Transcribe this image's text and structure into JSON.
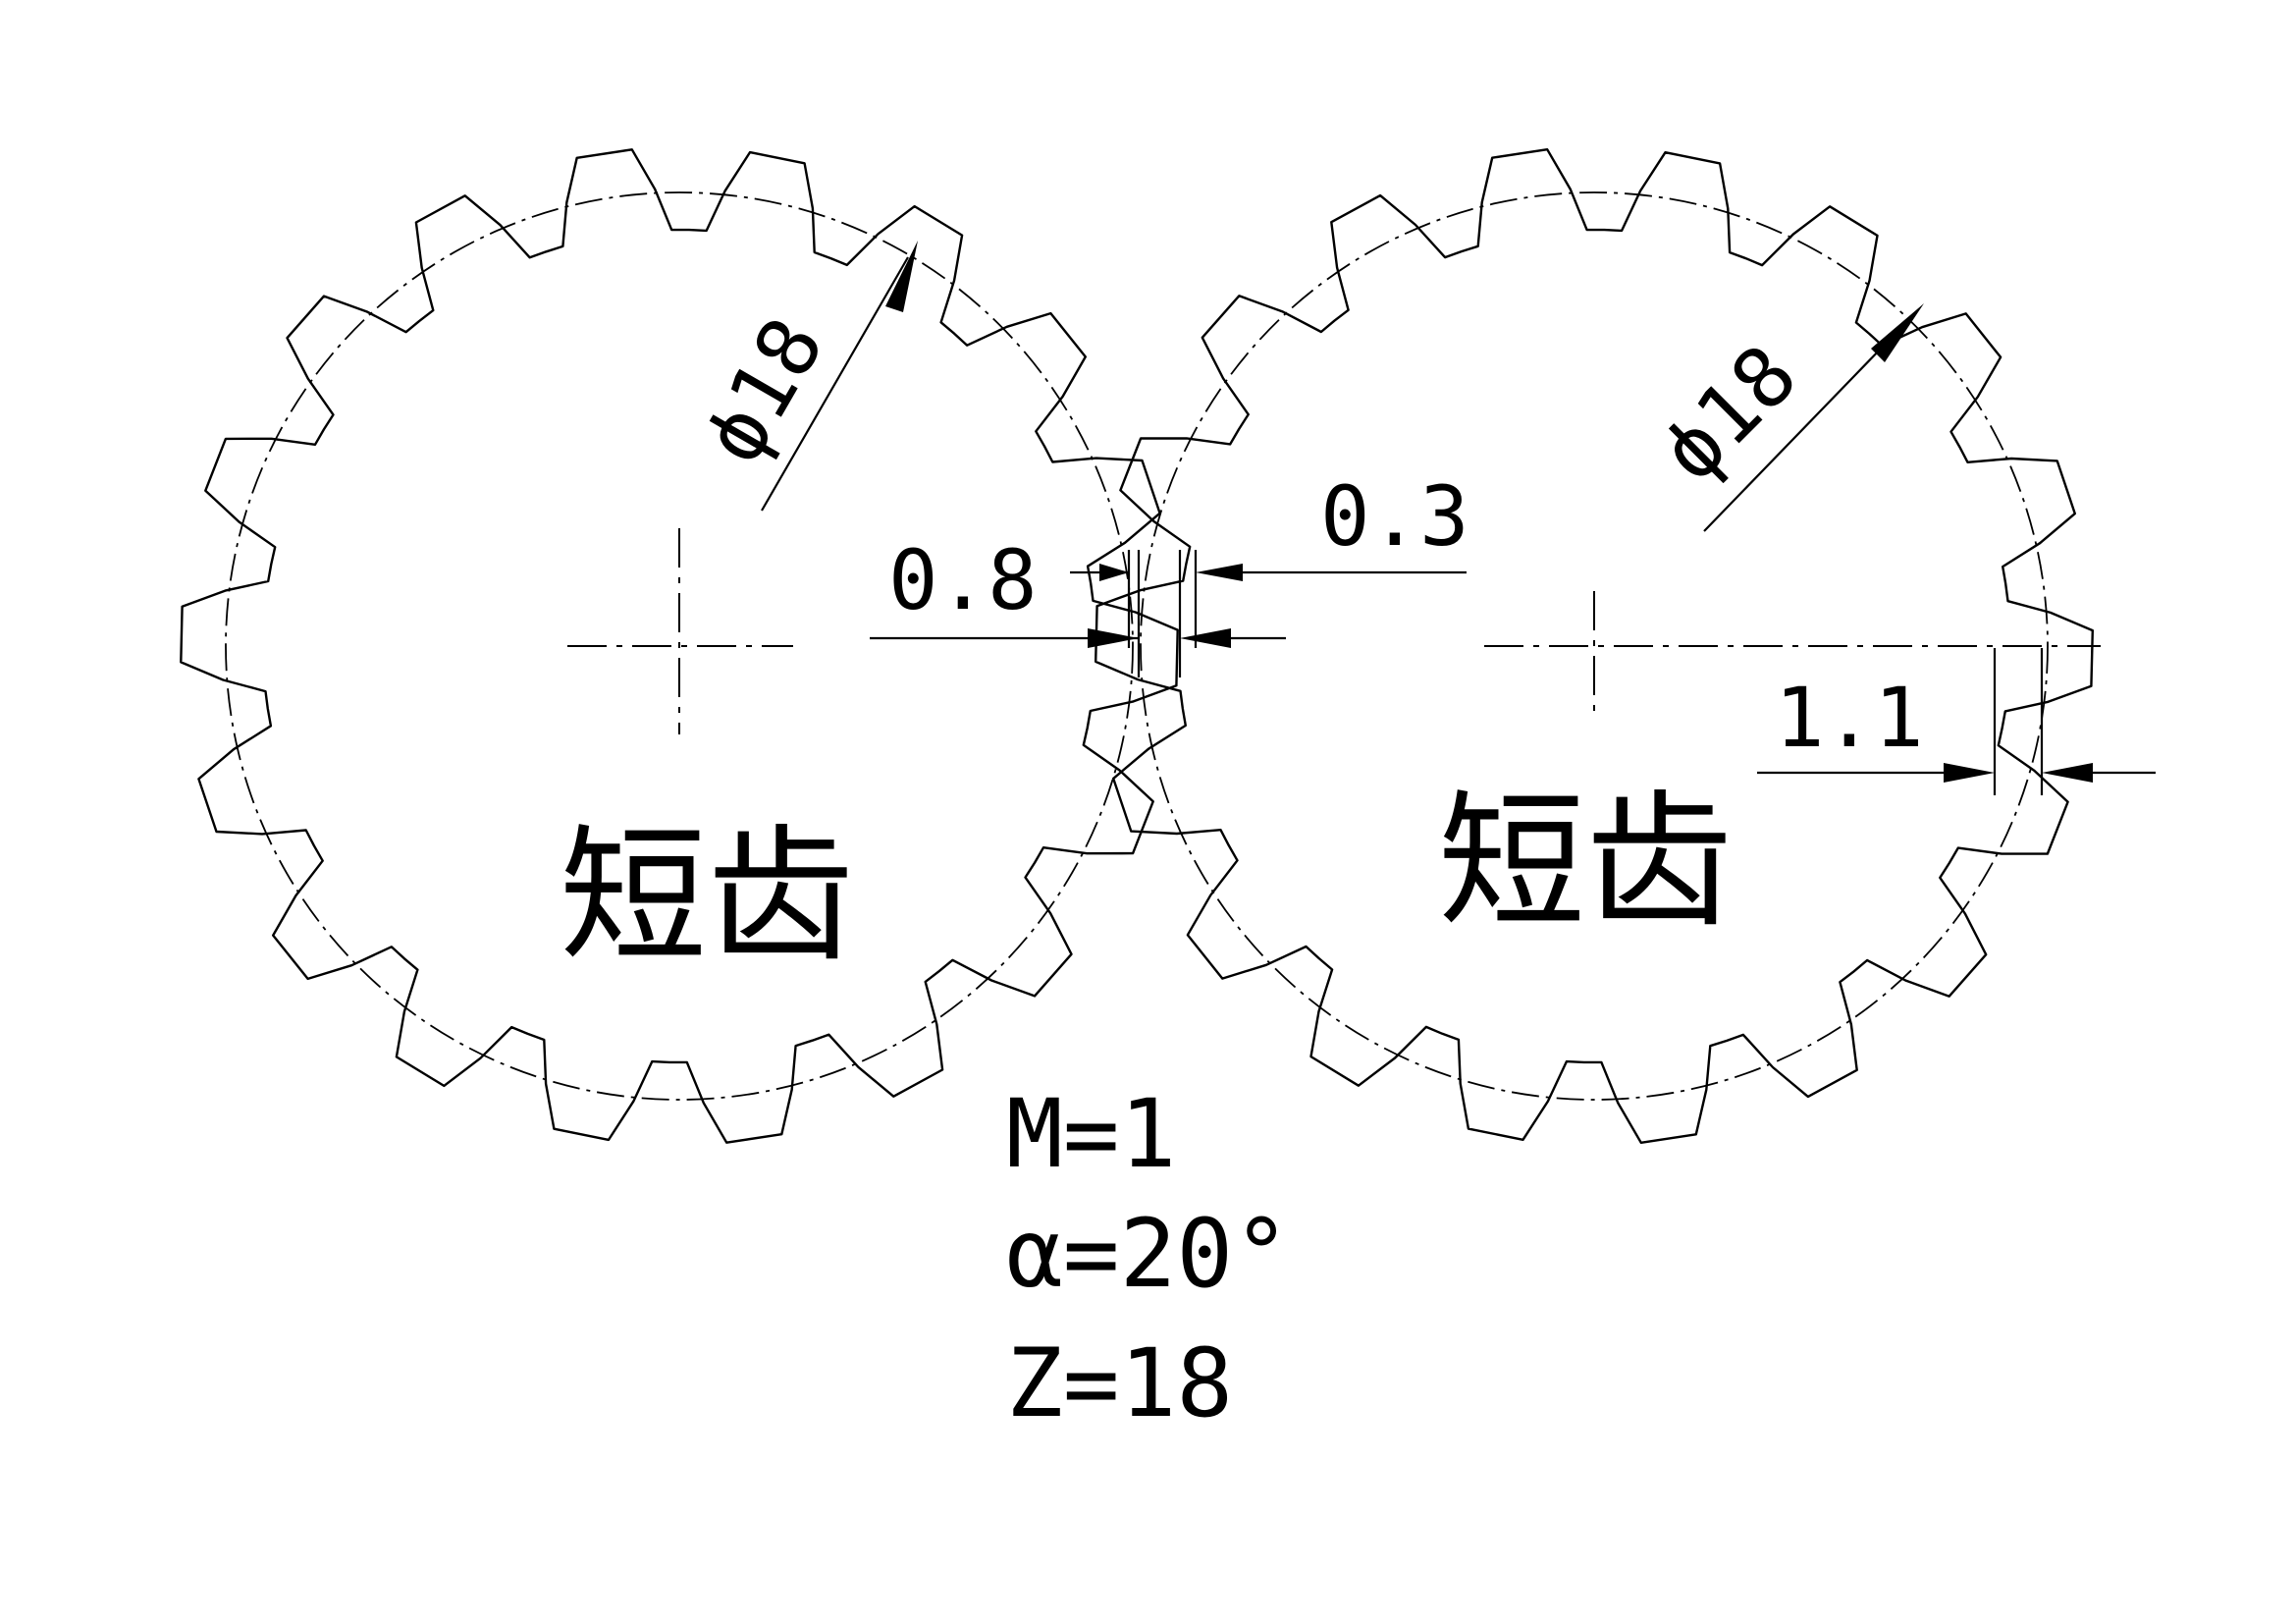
{
  "gears": [
    {
      "label": "短齿",
      "diameter_label": "ϕ18",
      "teeth": 18
    },
    {
      "label": "短齿",
      "diameter_label": "ϕ18",
      "teeth": 18
    }
  ],
  "dimensions": {
    "left_gap": "0.8",
    "mid_gap": "0.3",
    "right_gap": "1.1"
  },
  "parameters": {
    "module": "M=1",
    "pressure_angle": "α=20°",
    "tooth_count": "Z=18"
  }
}
